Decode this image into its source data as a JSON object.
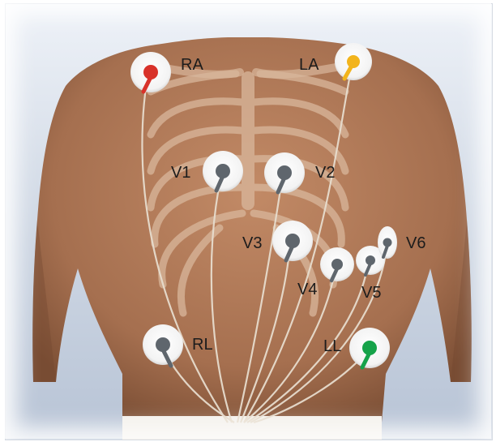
{
  "colors": {
    "skin": "#b07a58",
    "skin_shadow": "#8a5a3c",
    "ribs": "#d9b79c",
    "wire": "#e7dccd",
    "pad": "#ffffff",
    "clip_red": "#d8322a",
    "clip_yellow": "#f2b41c",
    "clip_green": "#16a34a",
    "clip_gray": "#5f666d"
  },
  "electrodes": {
    "ra": {
      "label": "RA",
      "clip_color": "red"
    },
    "la": {
      "label": "LA",
      "clip_color": "yellow"
    },
    "v1": {
      "label": "V1",
      "clip_color": "gray"
    },
    "v2": {
      "label": "V2",
      "clip_color": "gray"
    },
    "v3": {
      "label": "V3",
      "clip_color": "gray"
    },
    "v4": {
      "label": "V4",
      "clip_color": "gray"
    },
    "v5": {
      "label": "V5",
      "clip_color": "gray"
    },
    "v6": {
      "label": "V6",
      "clip_color": "gray"
    },
    "rl": {
      "label": "RL",
      "clip_color": "gray"
    },
    "ll": {
      "label": "LL",
      "clip_color": "green"
    }
  }
}
